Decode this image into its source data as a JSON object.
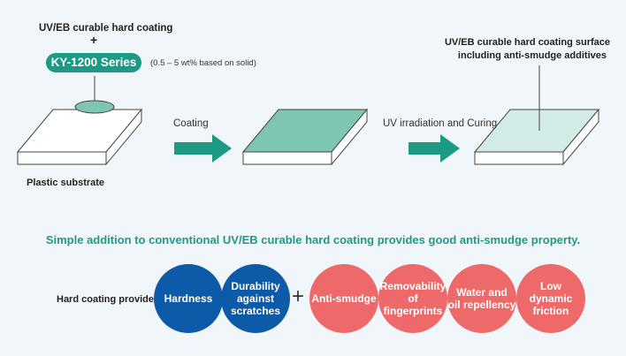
{
  "step1": {
    "title": "UV/EB curable hard coating",
    "plus": "+",
    "product": "KY-1200 Series",
    "note": "(0.5 – 5 wt% based on solid)",
    "substrate_label": "Plastic substrate"
  },
  "arrows": {
    "coating": "Coating",
    "curing": "UV irradiation and Curing"
  },
  "step3": {
    "label_line1": "UV/EB curable hard coating surface",
    "label_line2": "including anti-smudge additives"
  },
  "headline": "Simple addition to conventional UV/EB curable hard coating provides good anti-smudge property.",
  "properties": {
    "intro": "Hard coating provides",
    "plus": "+",
    "hard_coating": [
      {
        "label": "Hardness"
      },
      {
        "label": "Durability\nagainst\nscratches"
      }
    ],
    "anti_smudge": [
      {
        "label": "Anti-smudge"
      },
      {
        "label": "Removability\nof\nfingerprints"
      },
      {
        "label": "Water and\noil repellency"
      },
      {
        "label": "Low\ndynamic\nfriction"
      }
    ]
  },
  "colors": {
    "teal": "#1c9a84",
    "coating_fill": "#7fc6b2",
    "cured_fill": "#d3ebe6",
    "blue": "#0d5aa8",
    "coral": "#ee6a6a"
  }
}
